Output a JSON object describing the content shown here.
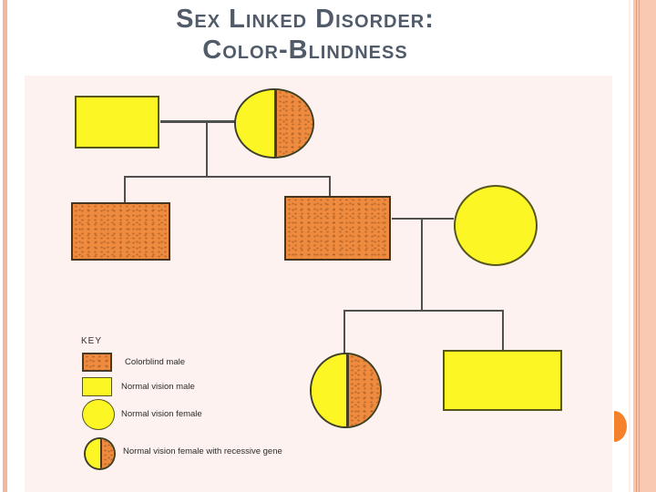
{
  "slide": {
    "title": {
      "line1": "Sex Linked Disorder:",
      "line2": "Color-Blindness"
    }
  },
  "key": {
    "heading": "KEY",
    "items": [
      {
        "id": "colorblind-male",
        "label": "Colorblind male",
        "shape": "square",
        "fill": "orange"
      },
      {
        "id": "normal-vision-male",
        "label": "Normal vision male",
        "shape": "square",
        "fill": "yellow"
      },
      {
        "id": "normal-vision-female",
        "label": "Normal vision female",
        "shape": "circle",
        "fill": "yellow"
      },
      {
        "id": "carrier-female",
        "label": "Normal vision female with recessive gene",
        "shape": "circle",
        "fill": "half-yellow-half-orange"
      }
    ]
  },
  "pedigree": {
    "members": [
      {
        "id": "I-1",
        "generation": 1,
        "sex": "male",
        "phenotype": "Normal vision male"
      },
      {
        "id": "I-2",
        "generation": 1,
        "sex": "female",
        "phenotype": "Normal vision female with recessive gene"
      },
      {
        "id": "II-1",
        "generation": 2,
        "sex": "male",
        "phenotype": "Colorblind male"
      },
      {
        "id": "II-2",
        "generation": 2,
        "sex": "male",
        "phenotype": "Colorblind male"
      },
      {
        "id": "II-3",
        "generation": 2,
        "sex": "female",
        "phenotype": "Normal vision female"
      },
      {
        "id": "III-1",
        "generation": 3,
        "sex": "female",
        "phenotype": "Normal vision female with recessive gene"
      },
      {
        "id": "III-2",
        "generation": 3,
        "sex": "male",
        "phenotype": "Normal vision male"
      }
    ]
  },
  "colors": {
    "colorblind_fill": "#ef8b3f",
    "normal_fill": "#fcf624",
    "panel_background": "#fdf2f0",
    "stripe_salmon": "#f9c5ae",
    "stripe_accent": "#e89c70",
    "title_text": "#515b69",
    "connector": "#4f4f4f",
    "arrow_accent": "#f5812a"
  }
}
